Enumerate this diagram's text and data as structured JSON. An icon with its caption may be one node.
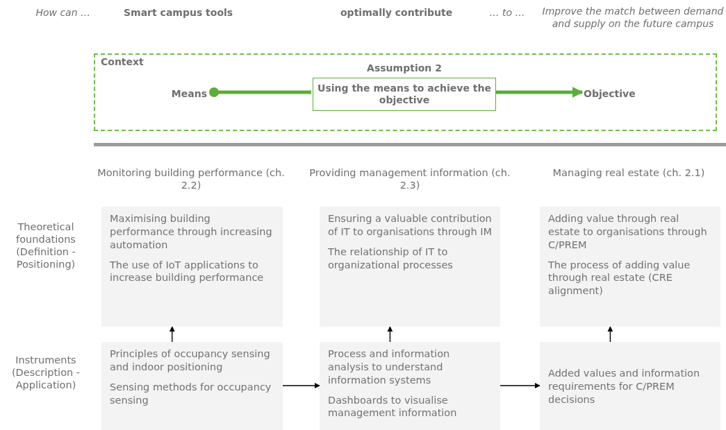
{
  "diagram": {
    "nodes": [
      {
        "text": [
          "Context"
        ]
      },
      {
        "text": [
          "Means"
        ],
        "in": 0
      },
      {
        "text": [
          "Assumption 2",
          "Using the means to achieve the objective"
        ],
        "in": 0
      },
      {
        "text": [
          "Objective"
        ],
        "in": 0
      },
      {
        "text": [
          "Maximising building performance through increasing automation",
          "The use of IoT applications to increase building performance"
        ]
      },
      {
        "text": [
          "Ensuring a valuable contribution of IT to organisations through IM",
          "The relationship of IT to organizational processes"
        ]
      },
      {
        "text": [
          "Adding value through real estate to organisations through C/PREM",
          "The process of adding value through real estate (CRE alignment)"
        ]
      },
      {
        "text": [
          "Principles of occupancy sensing and indoor positioning",
          "Sensing methods for occupancy sensing"
        ]
      },
      {
        "text": [
          "Process and information analysis to understand information systems",
          "Dashboards to visualise management information"
        ]
      },
      {
        "text": [
          "Added values and information requirements for C/PREM decisions"
        ]
      }
    ],
    "edges": [
      {
        "from": 1,
        "to": 2,
        "arrow": "other",
        "style": "thick",
        "color": "#5aae3a"
      },
      {
        "from": 2,
        "to": 3,
        "arrow": "to",
        "style": "thick",
        "color": "#5aae3a"
      },
      {
        "from": 7,
        "to": 4,
        "arrow": "to"
      },
      {
        "from": 8,
        "to": 5,
        "arrow": "to"
      },
      {
        "from": 9,
        "to": 6,
        "arrow": "to"
      },
      {
        "from": 7,
        "to": 8,
        "arrow": "to"
      },
      {
        "from": 8,
        "to": 9,
        "arrow": "to"
      }
    ],
    "labels": [
      "How can …",
      "Smart campus tools",
      "optimally contribute",
      "… to …",
      "Improve the match between demand and supply on the future campus",
      "Monitoring building performance (ch. 2.2)",
      "Providing management information (ch. 2.3)",
      "Managing real estate (ch. 2.1)",
      "Theoretical foundations (Definition - Positioning)",
      "Instruments (Description - Application)"
    ]
  }
}
